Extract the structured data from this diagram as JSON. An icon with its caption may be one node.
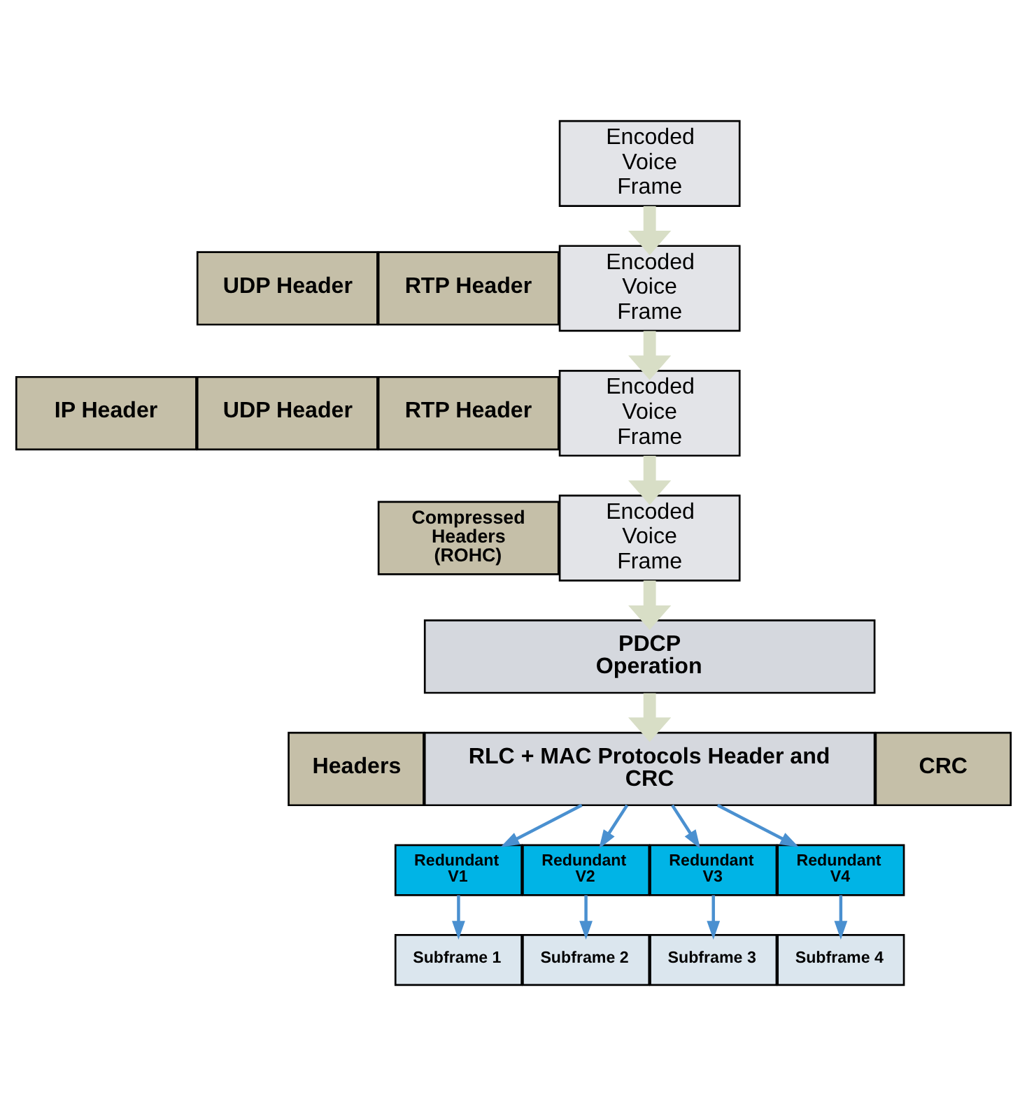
{
  "diagram": {
    "nodes": [
      {
        "text": [
          "Encoded Voice Frame"
        ]
      },
      {
        "text": [
          "UDP Header"
        ]
      },
      {
        "text": [
          "RTP Header"
        ]
      },
      {
        "text": [
          "Encoded Voice Frame"
        ]
      },
      {
        "text": [
          "IP Header"
        ]
      },
      {
        "text": [
          "UDP Header"
        ]
      },
      {
        "text": [
          "RTP Header"
        ]
      },
      {
        "text": [
          "Encoded Voice Frame"
        ]
      },
      {
        "text": [
          "Compressed Headers (ROHC)"
        ]
      },
      {
        "text": [
          "Encoded Voice Frame"
        ]
      },
      {
        "text": [
          "PDCP Operation"
        ]
      },
      {
        "text": [
          "Headers"
        ]
      },
      {
        "text": [
          "RLC + MAC Protocols Header and CRC"
        ]
      },
      {
        "text": [
          "CRC"
        ]
      },
      {
        "text": [
          "Redundant V1"
        ]
      },
      {
        "text": [
          "Redundant V2"
        ]
      },
      {
        "text": [
          "Redundant V3"
        ]
      },
      {
        "text": [
          "Redundant V4"
        ]
      },
      {
        "text": [
          "Subframe 1"
        ]
      },
      {
        "text": [
          "Subframe 2"
        ]
      },
      {
        "text": [
          "Subframe 3"
        ]
      },
      {
        "text": [
          "Subframe 4"
        ]
      }
    ],
    "edges": [
      {
        "from": 0,
        "to": 3,
        "arrow": "to",
        "style": "thick",
        "color": "#d8dec6"
      },
      {
        "from": 3,
        "to": 7,
        "arrow": "to",
        "style": "thick",
        "color": "#d8dec6"
      },
      {
        "from": 7,
        "to": 9,
        "arrow": "to",
        "style": "thick",
        "color": "#d8dec6"
      },
      {
        "from": 9,
        "to": 10,
        "arrow": "to",
        "style": "thick",
        "color": "#d8dec6"
      },
      {
        "from": 10,
        "to": 12,
        "arrow": "to",
        "style": "thick",
        "color": "#d8dec6"
      },
      {
        "from": 12,
        "to": 14,
        "arrow": "to"
      },
      {
        "from": 12,
        "to": 15,
        "arrow": "to"
      },
      {
        "from": 12,
        "to": 16,
        "arrow": "to"
      },
      {
        "from": 12,
        "to": 17,
        "arrow": "to"
      },
      {
        "from": 14,
        "to": 18,
        "arrow": "to"
      },
      {
        "from": 15,
        "to": 19,
        "arrow": "to"
      },
      {
        "from": 16,
        "to": 20,
        "arrow": "to"
      },
      {
        "from": 17,
        "to": 21,
        "arrow": "to"
      }
    ]
  }
}
